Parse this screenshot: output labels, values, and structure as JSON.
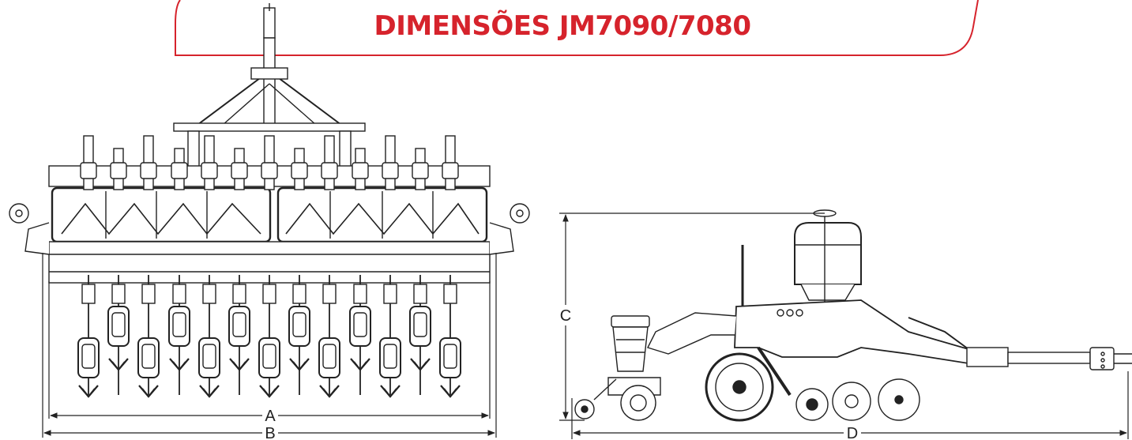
{
  "header": {
    "title": "DIMENSÕES JM7090/7080",
    "accent_color": "#d6232c"
  },
  "front_view": {
    "dimension_a": "A",
    "dimension_b": "B",
    "row_count": 13
  },
  "side_view": {
    "dimension_c": "C",
    "dimension_d": "D"
  }
}
